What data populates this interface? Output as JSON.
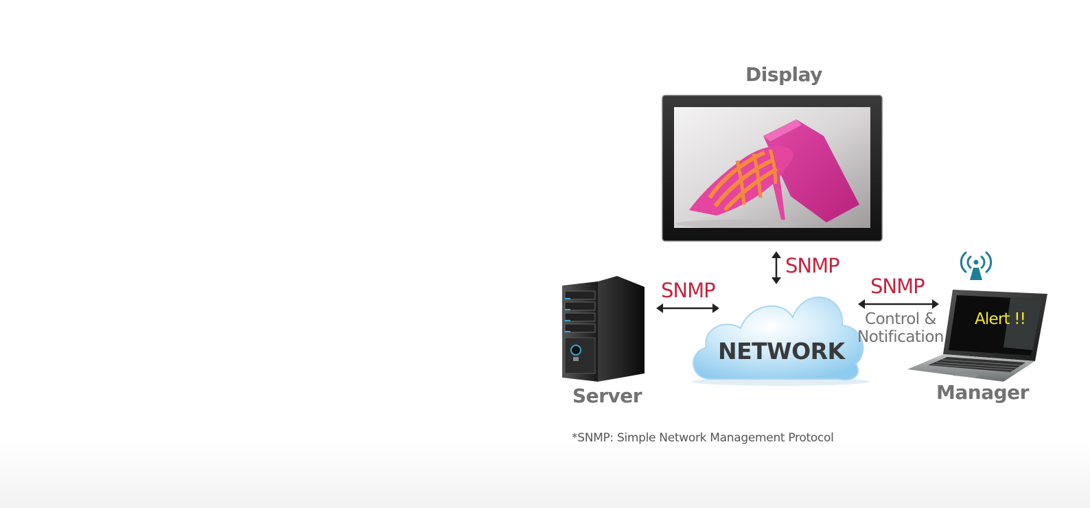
{
  "nodes": {
    "display": {
      "label": "Display"
    },
    "server": {
      "label": "Server"
    },
    "manager": {
      "label": "Manager"
    },
    "network": {
      "label": "NETWORK"
    }
  },
  "links": {
    "display_network": {
      "protocol": "SNMP"
    },
    "server_network": {
      "protocol": "SNMP"
    },
    "network_manager": {
      "protocol": "SNMP",
      "description_line1": "Control &",
      "description_line2": "Notification"
    }
  },
  "laptop": {
    "screen_text": "Alert !!"
  },
  "footnote": "*SNMP: Simple Network Management Protocol",
  "colors": {
    "snmp_red": "#c4233f",
    "label_gray": "#6b6b6b",
    "alert_yellow": "#f2ea2a",
    "wifi_teal": "#1f7f99",
    "cloud_blue": "#8fcbee"
  }
}
